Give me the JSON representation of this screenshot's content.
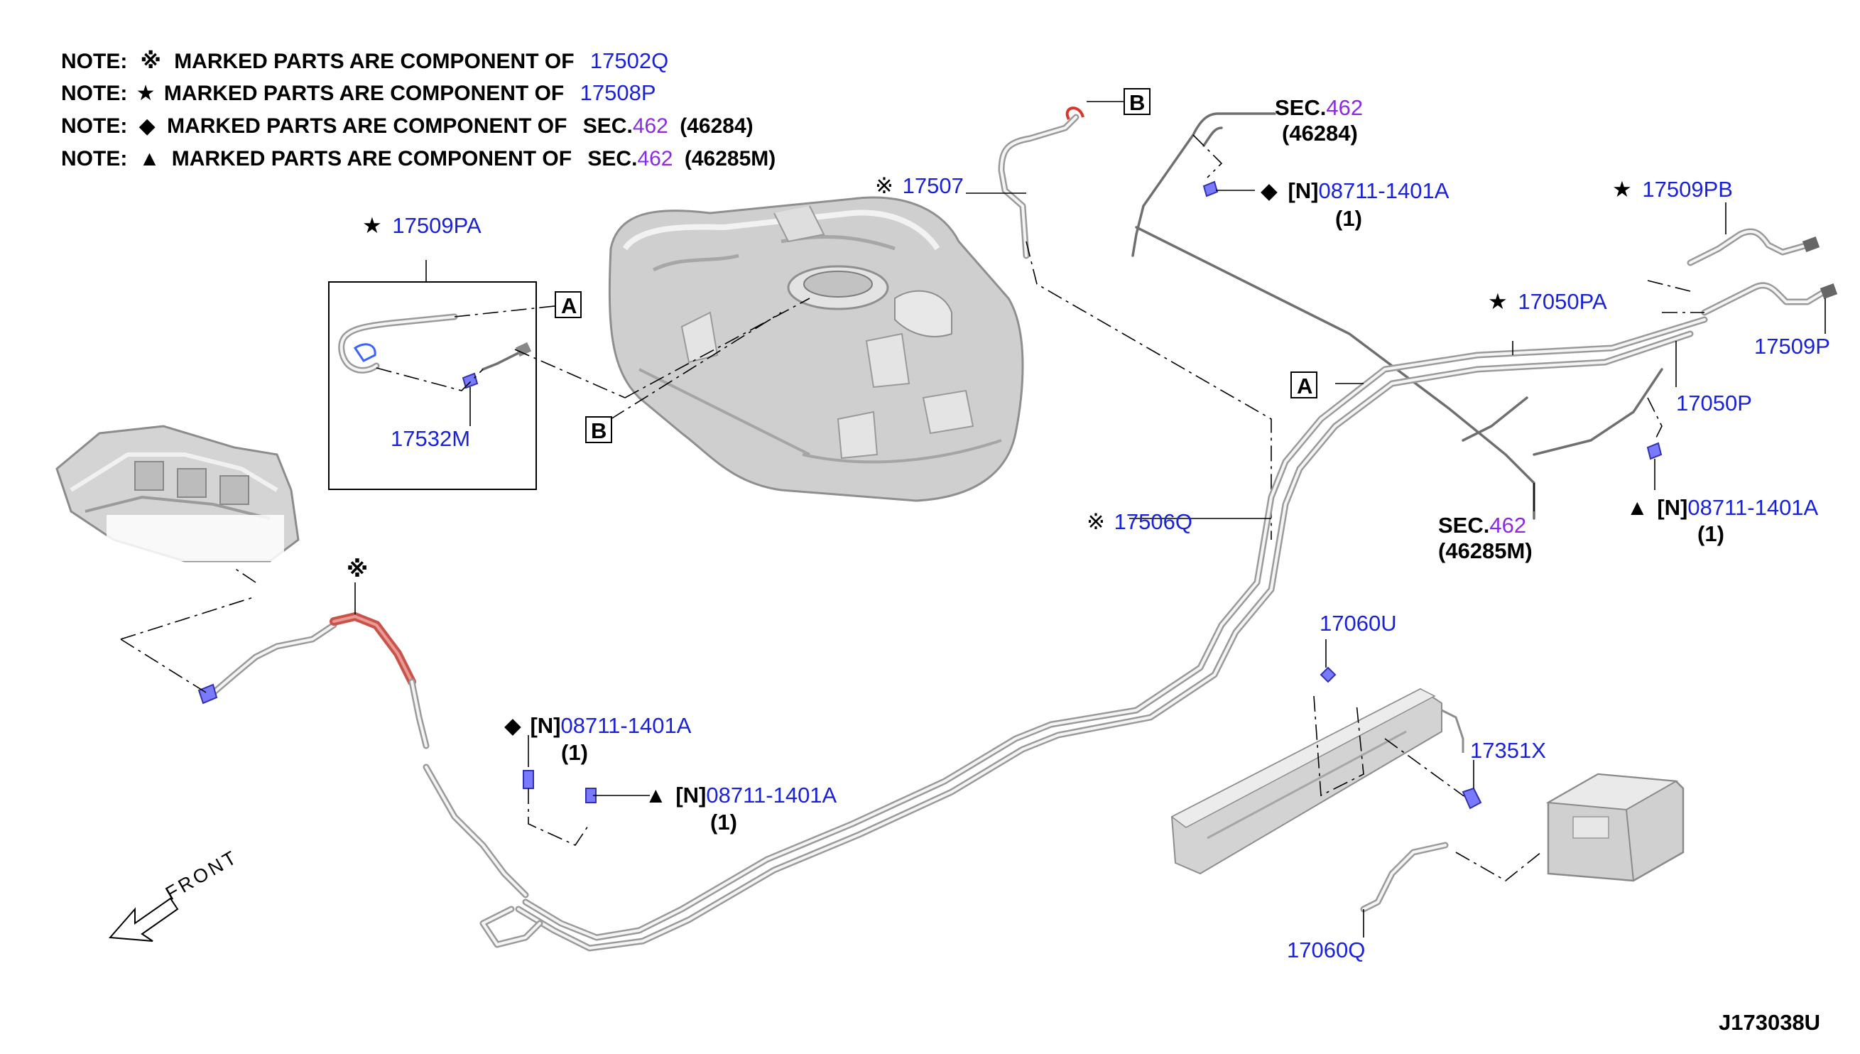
{
  "notes": [
    {
      "prefix": "NOTE:",
      "symbol": "※",
      "text": "MARKED PARTS ARE COMPONENT OF",
      "ref": "17502Q",
      "ref_sec": "",
      "suffix": ""
    },
    {
      "prefix": "NOTE:",
      "symbol": "★",
      "text": "MARKED PARTS ARE COMPONENT OF",
      "ref": "17508P",
      "ref_sec": "",
      "suffix": ""
    },
    {
      "prefix": "NOTE:",
      "symbol": "◆",
      "text": "MARKED PARTS ARE COMPONENT OF",
      "ref": "SEC.",
      "ref_sec": "462",
      "suffix": "(46284)"
    },
    {
      "prefix": "NOTE:",
      "symbol": "▲",
      "text": "MARKED PARTS ARE COMPONENT OF",
      "ref": "SEC.",
      "ref_sec": "462",
      "suffix": "(46285M)"
    }
  ],
  "parts": {
    "p17509PA": {
      "symbol": "★",
      "code": "17509PA"
    },
    "p17532M": {
      "code": "17532M"
    },
    "p17507": {
      "symbol": "※",
      "code": "17507"
    },
    "p17506Q": {
      "symbol": "※",
      "code": "17506Q"
    },
    "p17050PA": {
      "symbol": "★",
      "code": "17050PA"
    },
    "p17050P": {
      "code": "17050P"
    },
    "p17509PB": {
      "symbol": "★",
      "code": "17509PB"
    },
    "p17509P": {
      "code": "17509P"
    },
    "p17060U": {
      "code": "17060U"
    },
    "p17351X": {
      "code": "17351X"
    },
    "p17060Q": {
      "code": "17060Q"
    },
    "p17502Q_mark": {
      "symbol": "※"
    }
  },
  "clips": [
    {
      "symbol": "◆",
      "prefix": "[N]",
      "code": "08711-1401A",
      "qty": "(1)"
    },
    {
      "symbol": "▲",
      "prefix": "[N]",
      "code": "08711-1401A",
      "qty": "(1)"
    },
    {
      "symbol": "◆",
      "prefix": "[N]",
      "code": "08711-1401A",
      "qty": "(1)"
    },
    {
      "symbol": "▲",
      "prefix": "[N]",
      "code": "08711-1401A",
      "qty": "(1)"
    }
  ],
  "sections": [
    {
      "label": "SEC.",
      "num": "462",
      "sub": "(46284)"
    },
    {
      "label": "SEC.",
      "num": "462",
      "sub": "(46285M)"
    }
  ],
  "callouts": {
    "a": "A",
    "b": "B"
  },
  "front_label": "FRONT",
  "diagram_id": "J173038U",
  "colors": {
    "part_link": "#1a22d6",
    "section_link": "#8a2be2",
    "text": "#000000",
    "highlight_pipe": "#d9534f"
  }
}
